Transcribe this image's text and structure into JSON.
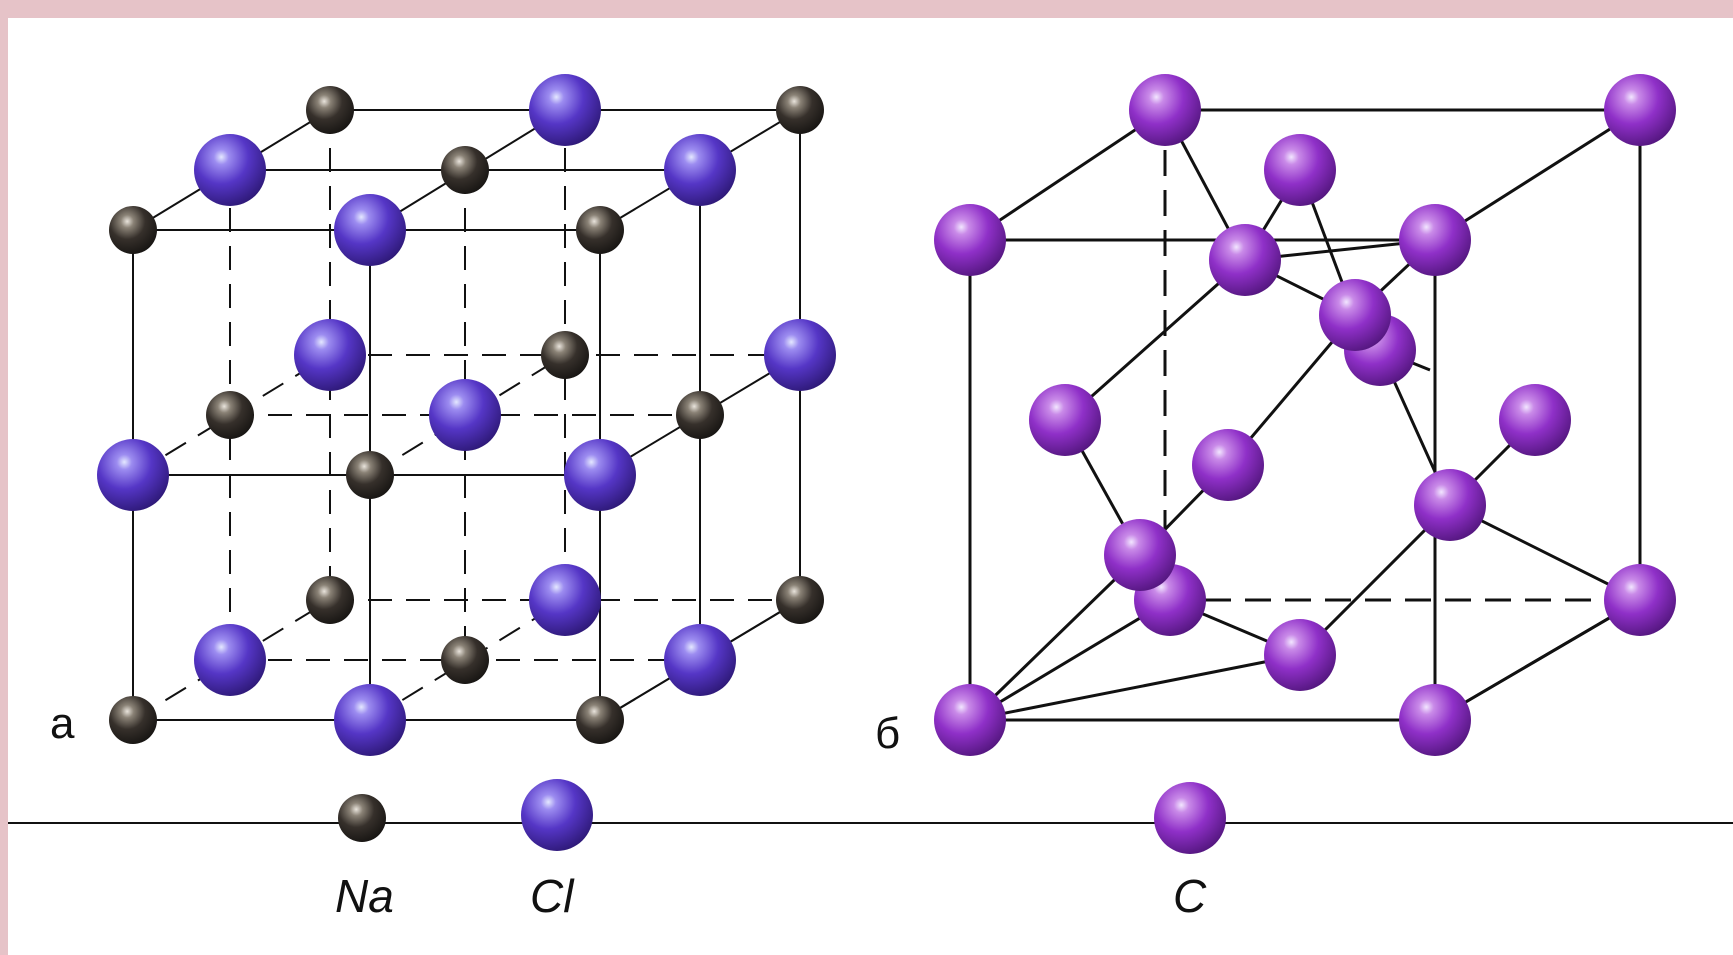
{
  "panels": {
    "a": {
      "label": "а"
    },
    "b": {
      "label": "б"
    }
  },
  "legend": {
    "na": {
      "label": "Na"
    },
    "cl": {
      "label": "Cl"
    },
    "c": {
      "label": "C"
    }
  },
  "colors": {
    "background": "#e6c3c8",
    "frame": "#ffffff",
    "line": "#111111",
    "na_atom": "#2e2a26",
    "cl_atom": "#5a3bc4",
    "c_atom": "#8e2fc8"
  }
}
